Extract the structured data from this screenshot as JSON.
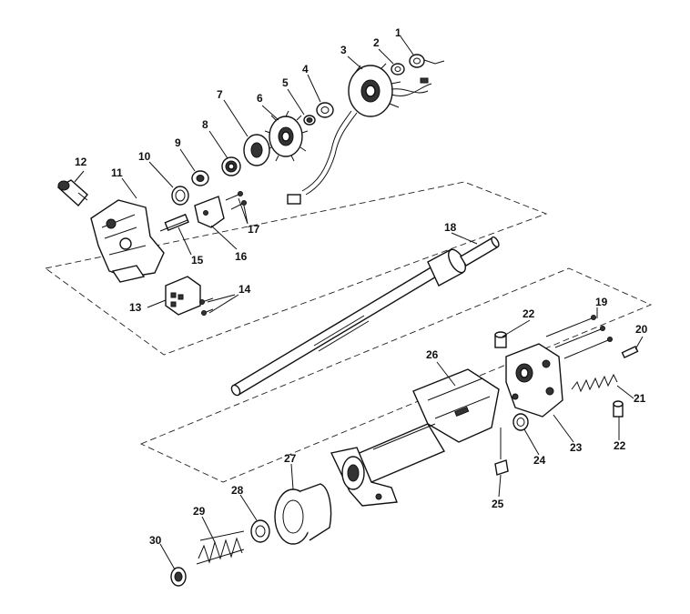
{
  "labels": {
    "l1": "1",
    "l2": "2",
    "l3": "3",
    "l4": "4",
    "l5": "5",
    "l6": "6",
    "l7": "7",
    "l8": "8",
    "l9": "9",
    "l10": "10",
    "l11": "11",
    "l12": "12",
    "l13": "13",
    "l14": "14",
    "l15": "15",
    "l16": "16",
    "l17": "17",
    "l18": "18",
    "l19": "19",
    "l20": "20",
    "l21": "21",
    "l22a": "22",
    "l22b": "22",
    "l23": "23",
    "l24": "24",
    "l25": "25",
    "l26": "26",
    "l27": "27",
    "l28": "28",
    "l29": "29",
    "l30": "30"
  }
}
